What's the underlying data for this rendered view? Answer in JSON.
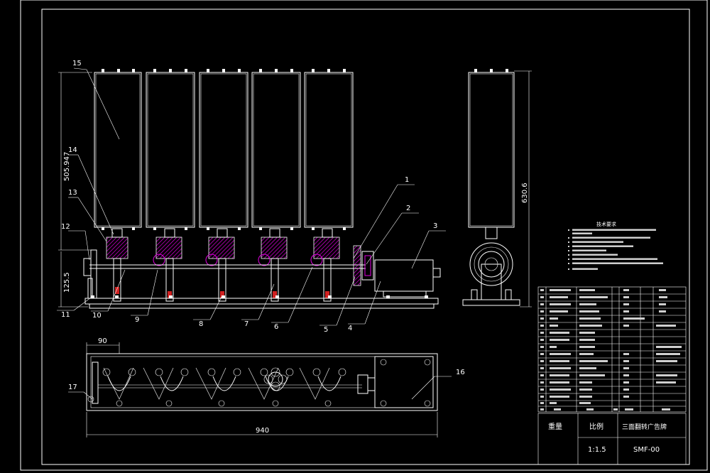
{
  "drawing": {
    "part_numbers": [
      "1",
      "2",
      "3",
      "4",
      "5",
      "6",
      "7",
      "8",
      "9",
      "10",
      "11",
      "12",
      "13",
      "14",
      "15",
      "16",
      "17"
    ],
    "dimensions": {
      "panel_height": "505.947",
      "base_height": "125.5",
      "side_height": "630.6",
      "top_offset": "90",
      "total_length": "940"
    },
    "tech_requirements": {
      "title": "技术要求"
    },
    "title_block": {
      "weight_label": "重量",
      "scale_label": "比例",
      "product_name": "三面翻转广告牌",
      "scale_value": "1:1.5",
      "drawing_code": "SMF-00"
    }
  }
}
